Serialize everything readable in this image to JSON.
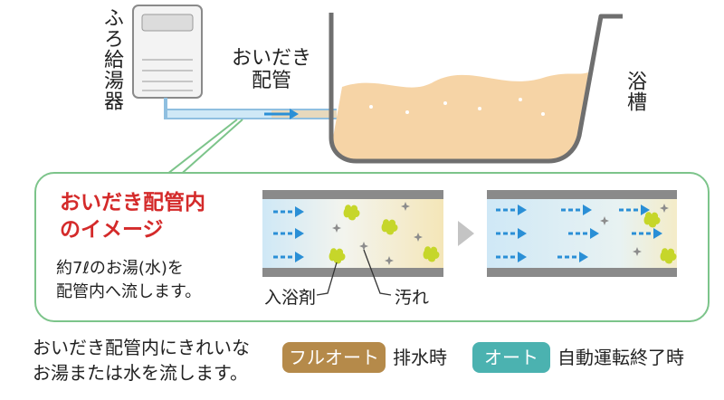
{
  "labels": {
    "heater": "ふろ給湯器",
    "pipe": "おいだき\n配管",
    "tub": "浴槽"
  },
  "callout": {
    "title_line1": "おいだき配管内",
    "title_line2": "のイメージ",
    "note_line1": "約7ℓのお湯(水)を",
    "note_line2": "配管内へ流します。",
    "label_bath_agent": "入浴剤",
    "label_dirt": "汚れ"
  },
  "bottom": {
    "text_line1": "おいだき配管内にきれいな",
    "text_line2": "お湯または水を流します。",
    "badge_full_auto": "フルオート",
    "full_auto_timing": "排水時",
    "badge_auto": "オート",
    "auto_timing": "自動運転終了時"
  },
  "colors": {
    "callout_border": "#7cc48a",
    "title_red": "#d42a2a",
    "badge_full_auto": "#b58a4a",
    "badge_auto": "#4bb2b0",
    "pipe_water": "#cfe8f6",
    "arrow_blue": "#2a8fd6",
    "bath_water": "#f6d4a6",
    "agent_yellow": "#c6d62a",
    "dirt_gray": "#8c8c8c"
  },
  "icons": [
    "water-heater-icon",
    "bathtub-icon",
    "flow-arrow-icon",
    "next-arrow-icon"
  ]
}
